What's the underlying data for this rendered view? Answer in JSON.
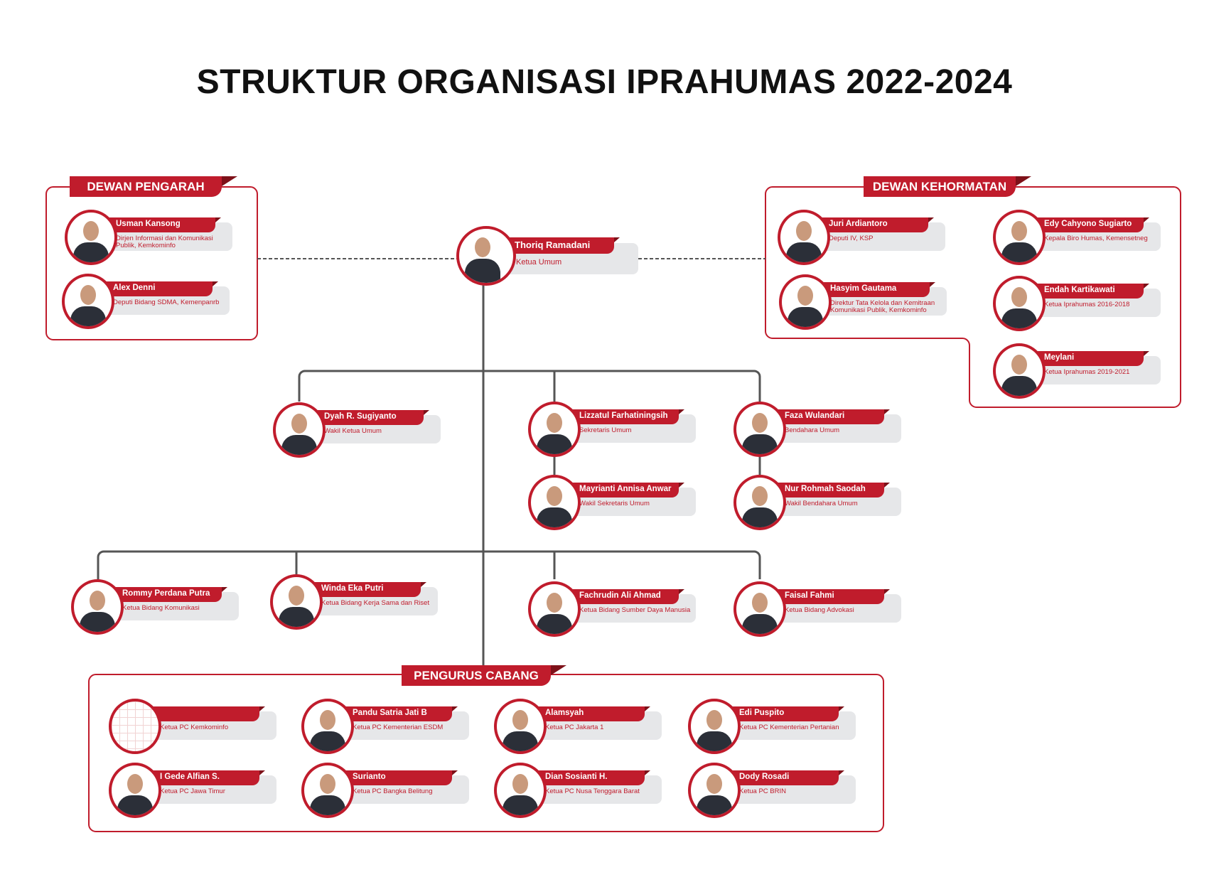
{
  "title": "STRUKTUR ORGANISASI IPRAHUMAS 2022-2024",
  "colors": {
    "accent": "#c01c2c",
    "accent_dark": "#7e1119",
    "panel": "#e6e7e9",
    "line": "#555555"
  },
  "dewan_pengarah": {
    "label": "DEWAN PENGARAH",
    "members": [
      {
        "name": "Usman Kansong",
        "role": "Dirjen Informasi dan Komunikasi Publik, Kemkominfo"
      },
      {
        "name": "Alex Denni",
        "role": "Deputi Bidang SDMA, Kemenpanrb"
      }
    ]
  },
  "ketua": {
    "name": "Thoriq Ramadani",
    "role": "Ketua Umum"
  },
  "dewan_kehormatan": {
    "label": "DEWAN KEHORMATAN",
    "members": [
      {
        "name": "Juri Ardiantoro",
        "role": "Deputi IV, KSP"
      },
      {
        "name": "Hasyim Gautama",
        "role": "Direktur Tata Kelola dan Kemitraan Komunikasi Publik, Kemkominfo"
      },
      {
        "name": "Edy Cahyono Sugiarto",
        "role": "Kepala Biro Humas, Kemensetneg"
      },
      {
        "name": "Endah Kartikawati",
        "role": "Ketua Iprahumas 2016-2018"
      },
      {
        "name": "Meylani",
        "role": "Ketua Iprahumas 2019-2021"
      }
    ]
  },
  "pengurus_inti": [
    {
      "name": "Dyah R. Sugiyanto",
      "role": "Wakil Ketua Umum"
    },
    {
      "name": "Lizzatul Farhatiningsih",
      "role": "Sekretaris Umum"
    },
    {
      "name": "Faza Wulandari",
      "role": "Bendahara Umum"
    },
    {
      "name": "Mayrianti Annisa Anwar",
      "role": "Wakil Sekretaris Umum"
    },
    {
      "name": "Nur Rohmah Saodah",
      "role": "Wakil Bendahara Umum"
    }
  ],
  "ketua_bidang": [
    {
      "name": "Rommy Perdana Putra",
      "role": "Ketua Bidang Komunikasi"
    },
    {
      "name": "Winda Eka Putri",
      "role": "Ketua Bidang Kerja Sama dan Riset"
    },
    {
      "name": "Fachrudin Ali Ahmad",
      "role": "Ketua Bidang Sumber Daya Manusia"
    },
    {
      "name": "Faisal Fahmi",
      "role": "Ketua Bidang Advokasi"
    }
  ],
  "pengurus_cabang": {
    "label": "PENGURUS CABANG",
    "members": [
      {
        "name": "",
        "role": "Ketua PC Kemkominfo"
      },
      {
        "name": "Pandu Satria Jati B",
        "role": "Ketua PC Kementerian ESDM"
      },
      {
        "name": "Alamsyah",
        "role": "Ketua PC Jakarta 1"
      },
      {
        "name": "Edi Puspito",
        "role": "Ketua PC Kementerian Pertanian"
      },
      {
        "name": "I Gede Alfian S.",
        "role": "Ketua PC Jawa Timur"
      },
      {
        "name": "Surianto",
        "role": "Ketua PC Bangka Belitung"
      },
      {
        "name": "Dian Sosianti H.",
        "role": "Ketua PC Nusa Tenggara Barat"
      },
      {
        "name": "Dody Rosadi",
        "role": "Ketua PC BRIN"
      }
    ]
  }
}
